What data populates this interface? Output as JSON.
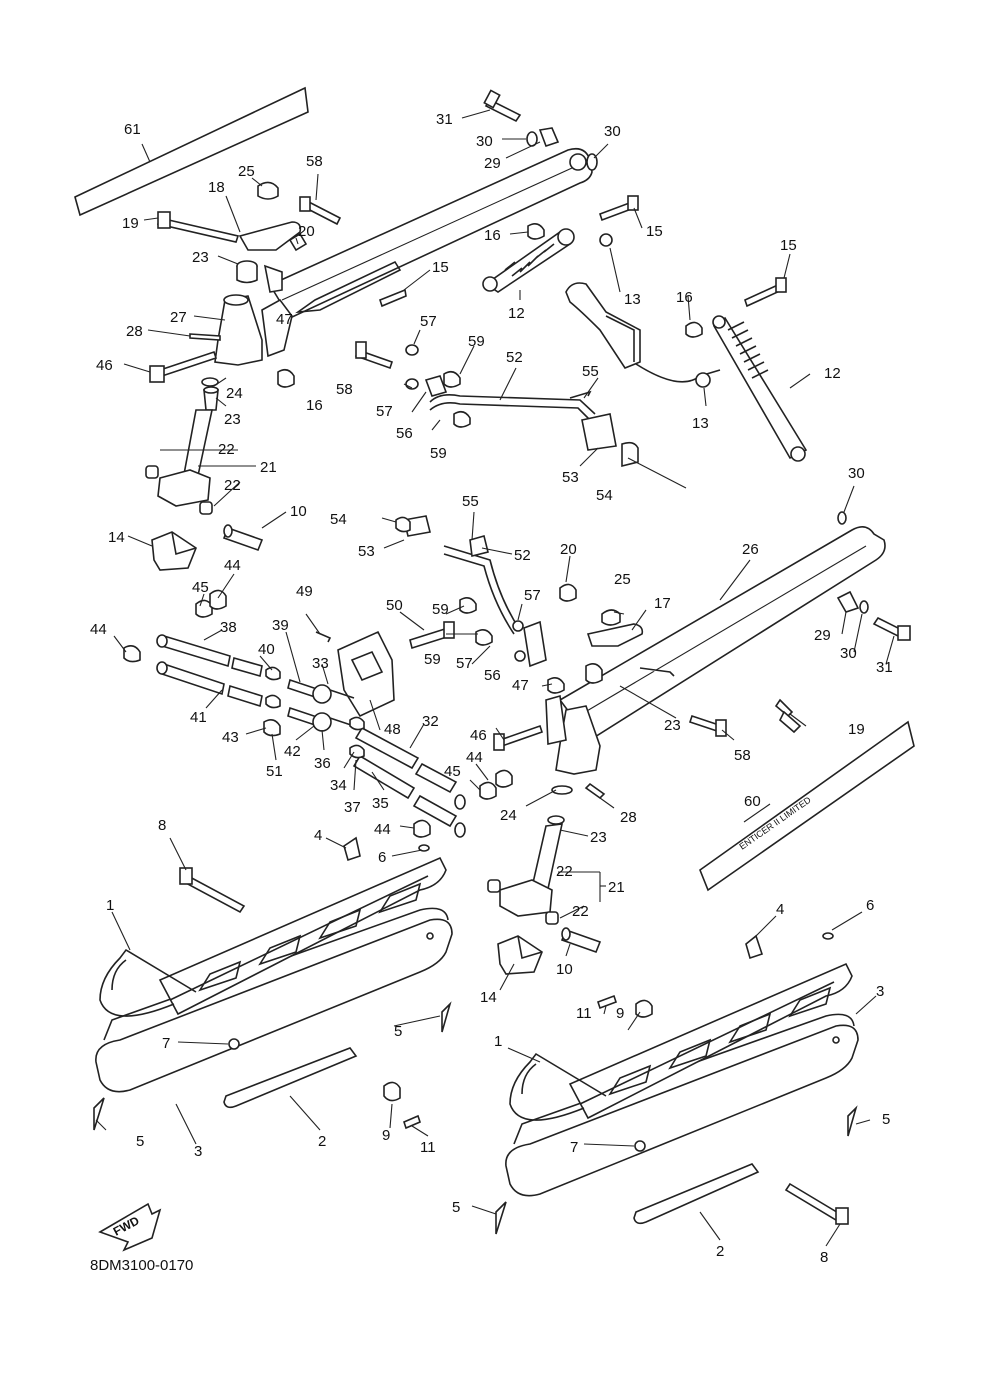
{
  "diagram": {
    "code": "8DM3100-0170",
    "fwd_label": "FWD",
    "decal_text": "ENTICER II LIMITED",
    "labels": [
      {
        "id": "l61",
        "text": "61"
      },
      {
        "id": "l31a",
        "text": "31"
      },
      {
        "id": "l30a",
        "text": "30"
      },
      {
        "id": "l30b",
        "text": "30"
      },
      {
        "id": "l29a",
        "text": "29"
      },
      {
        "id": "l58a",
        "text": "58"
      },
      {
        "id": "l25a",
        "text": "25"
      },
      {
        "id": "l18",
        "text": "18"
      },
      {
        "id": "l19a",
        "text": "19"
      },
      {
        "id": "l20a",
        "text": "20"
      },
      {
        "id": "l23a",
        "text": "23"
      },
      {
        "id": "l16a",
        "text": "16"
      },
      {
        "id": "l15a",
        "text": "15"
      },
      {
        "id": "l15b",
        "text": "15"
      },
      {
        "id": "l15c",
        "text": "15"
      },
      {
        "id": "l27a",
        "text": "27"
      },
      {
        "id": "l47a",
        "text": "47"
      },
      {
        "id": "l12a",
        "text": "12"
      },
      {
        "id": "l13a",
        "text": "13"
      },
      {
        "id": "l16b",
        "text": "16"
      },
      {
        "id": "l28a",
        "text": "28"
      },
      {
        "id": "l57a",
        "text": "57"
      },
      {
        "id": "l46a",
        "text": "46"
      },
      {
        "id": "l58b",
        "text": "58"
      },
      {
        "id": "l59a",
        "text": "59"
      },
      {
        "id": "l52a",
        "text": "52"
      },
      {
        "id": "l24a",
        "text": "24"
      },
      {
        "id": "l16c",
        "text": "16"
      },
      {
        "id": "l57b",
        "text": "57"
      },
      {
        "id": "l55a",
        "text": "55"
      },
      {
        "id": "l12b",
        "text": "12"
      },
      {
        "id": "l23b",
        "text": "23"
      },
      {
        "id": "l56a",
        "text": "56"
      },
      {
        "id": "l13b",
        "text": "13"
      },
      {
        "id": "l59b",
        "text": "59"
      },
      {
        "id": "l22a",
        "text": "22"
      },
      {
        "id": "l21a",
        "text": "21"
      },
      {
        "id": "l53a",
        "text": "53"
      },
      {
        "id": "l54a",
        "text": "54"
      },
      {
        "id": "l22b",
        "text": "22"
      },
      {
        "id": "l30c",
        "text": "30"
      },
      {
        "id": "l10a",
        "text": "10"
      },
      {
        "id": "l54b",
        "text": "54"
      },
      {
        "id": "l55b",
        "text": "55"
      },
      {
        "id": "l14a",
        "text": "14"
      },
      {
        "id": "l53b",
        "text": "53"
      },
      {
        "id": "l52b",
        "text": "52"
      },
      {
        "id": "l20b",
        "text": "20"
      },
      {
        "id": "l26",
        "text": "26"
      },
      {
        "id": "l44a",
        "text": "44"
      },
      {
        "id": "l45a",
        "text": "45"
      },
      {
        "id": "l25b",
        "text": "25"
      },
      {
        "id": "l49",
        "text": "49"
      },
      {
        "id": "l50",
        "text": "50"
      },
      {
        "id": "l59c",
        "text": "59"
      },
      {
        "id": "l17",
        "text": "17"
      },
      {
        "id": "l44b",
        "text": "44"
      },
      {
        "id": "l38",
        "text": "38"
      },
      {
        "id": "l57c",
        "text": "57"
      },
      {
        "id": "l29b",
        "text": "29"
      },
      {
        "id": "l39",
        "text": "39"
      },
      {
        "id": "l30d",
        "text": "30"
      },
      {
        "id": "l31b",
        "text": "31"
      },
      {
        "id": "l40",
        "text": "40"
      },
      {
        "id": "l33",
        "text": "33"
      },
      {
        "id": "l59d",
        "text": "59"
      },
      {
        "id": "l57d",
        "text": "57"
      },
      {
        "id": "l56b",
        "text": "56"
      },
      {
        "id": "l47b",
        "text": "47"
      },
      {
        "id": "l41",
        "text": "41"
      },
      {
        "id": "l19b",
        "text": "19"
      },
      {
        "id": "l43",
        "text": "43"
      },
      {
        "id": "l48",
        "text": "48"
      },
      {
        "id": "l46b",
        "text": "46"
      },
      {
        "id": "l23c",
        "text": "23"
      },
      {
        "id": "l32",
        "text": "32"
      },
      {
        "id": "l58c",
        "text": "58"
      },
      {
        "id": "l51",
        "text": "51"
      },
      {
        "id": "l42",
        "text": "42"
      },
      {
        "id": "l36",
        "text": "36"
      },
      {
        "id": "l44c",
        "text": "44"
      },
      {
        "id": "l34",
        "text": "34"
      },
      {
        "id": "l37",
        "text": "37"
      },
      {
        "id": "l35",
        "text": "35"
      },
      {
        "id": "l45b",
        "text": "45"
      },
      {
        "id": "l24b",
        "text": "24"
      },
      {
        "id": "l28b",
        "text": "28"
      },
      {
        "id": "l60",
        "text": "60"
      },
      {
        "id": "l8a",
        "text": "8"
      },
      {
        "id": "l44d",
        "text": "44"
      },
      {
        "id": "l23d",
        "text": "23"
      },
      {
        "id": "l4a",
        "text": "4"
      },
      {
        "id": "l6a",
        "text": "6"
      },
      {
        "id": "l22c",
        "text": "22"
      },
      {
        "id": "l21b",
        "text": "21"
      },
      {
        "id": "l1a",
        "text": "1"
      },
      {
        "id": "l22d",
        "text": "22"
      },
      {
        "id": "l4b",
        "text": "4"
      },
      {
        "id": "l6b",
        "text": "6"
      },
      {
        "id": "l10b",
        "text": "10"
      },
      {
        "id": "l14b",
        "text": "14"
      },
      {
        "id": "l3a",
        "text": "3"
      },
      {
        "id": "l5a",
        "text": "5"
      },
      {
        "id": "l11a",
        "text": "11"
      },
      {
        "id": "l9a",
        "text": "9"
      },
      {
        "id": "l7a",
        "text": "7"
      },
      {
        "id": "l1b",
        "text": "1"
      },
      {
        "id": "l5b",
        "text": "5"
      },
      {
        "id": "l3b",
        "text": "3"
      },
      {
        "id": "l2a",
        "text": "2"
      },
      {
        "id": "l9b",
        "text": "9"
      },
      {
        "id": "l11b",
        "text": "11"
      },
      {
        "id": "l7b",
        "text": "7"
      },
      {
        "id": "l5c",
        "text": "5"
      },
      {
        "id": "l5d",
        "text": "5"
      },
      {
        "id": "l2b",
        "text": "2"
      },
      {
        "id": "l8b",
        "text": "8"
      }
    ]
  }
}
